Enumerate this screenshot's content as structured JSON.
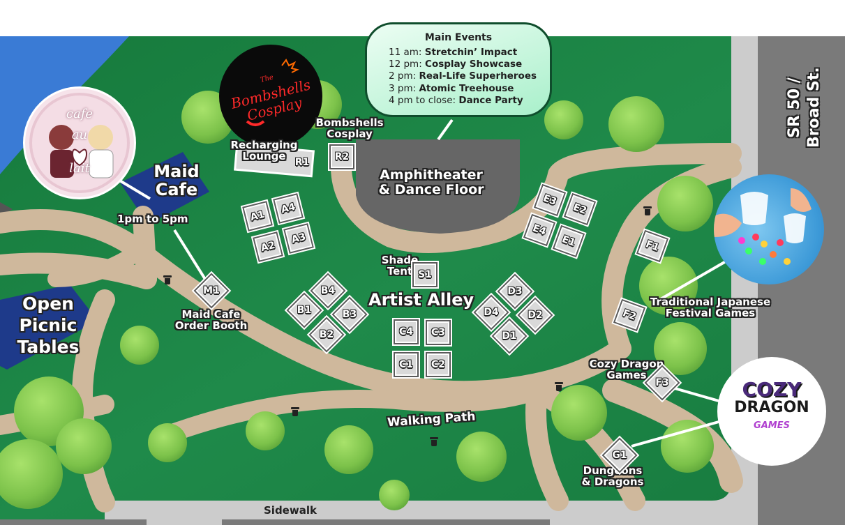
{
  "events": {
    "title": "Main Events",
    "items": [
      {
        "time": "11 am:",
        "name": "Stretchin’ Impact"
      },
      {
        "time": "12 pm:",
        "name": "Cosplay Showcase"
      },
      {
        "time": "2 pm:",
        "name": "Real-Life Superheroes"
      },
      {
        "time": "3 pm:",
        "name": "Atomic Treehouse"
      },
      {
        "time": "4 pm to close:",
        "name": "Dance Party"
      }
    ]
  },
  "labels": {
    "maid_cafe": "Maid Cafe",
    "maid_hours": "1pm to 5pm",
    "picnic": "Open Picnic Tables",
    "recharging": "Recharging Lounge",
    "bombshells": "Bombshells Cosplay",
    "amphitheater": "Amphitheater & Dance Floor",
    "shade_tent": "Shade Tent",
    "artist_alley": "Artist Alley",
    "maid_booth": "Maid Cafe Order Booth",
    "japanese_games": "Traditional Japanese Festival Games",
    "cozy_dragon": "Cozy Dragon Games",
    "dnd": "Dungeons & Dragons",
    "walking_path": "Walking Path",
    "sidewalk": "Sidewalk",
    "street_line1": "SR 50 /",
    "street_line2": "Broad St."
  },
  "logos": {
    "cafe_au_lait": {
      "text": [
        "cafe",
        "au",
        "lait"
      ]
    },
    "bombshells": {
      "text": [
        "The",
        "Bombshells",
        "Cosplay"
      ]
    },
    "cozy_dragon": {
      "text": [
        "COZY",
        "DRAGON",
        "GAMES"
      ]
    }
  },
  "booths": {
    "R1": "R1",
    "R2": "R2",
    "A1": "A1",
    "A2": "A2",
    "A3": "A3",
    "A4": "A4",
    "B1": "B1",
    "B2": "B2",
    "B3": "B3",
    "B4": "B4",
    "C1": "C1",
    "C2": "C2",
    "C3": "C3",
    "C4": "C4",
    "D1": "D1",
    "D2": "D2",
    "D3": "D3",
    "D4": "D4",
    "E1": "E1",
    "E2": "E2",
    "E3": "E3",
    "E4": "E4",
    "F1": "F1",
    "F2": "F2",
    "F3": "F3",
    "G1": "G1",
    "M1": "M1",
    "S1": "S1"
  },
  "colors": {
    "grass": "#1a7a3f",
    "path": "#cfb89c",
    "road": "#7a7a7a",
    "sidewalk": "#cccccc",
    "water": "#3a7bd5",
    "picnic": "#1e3a8a",
    "trees": "#8ed15a"
  }
}
